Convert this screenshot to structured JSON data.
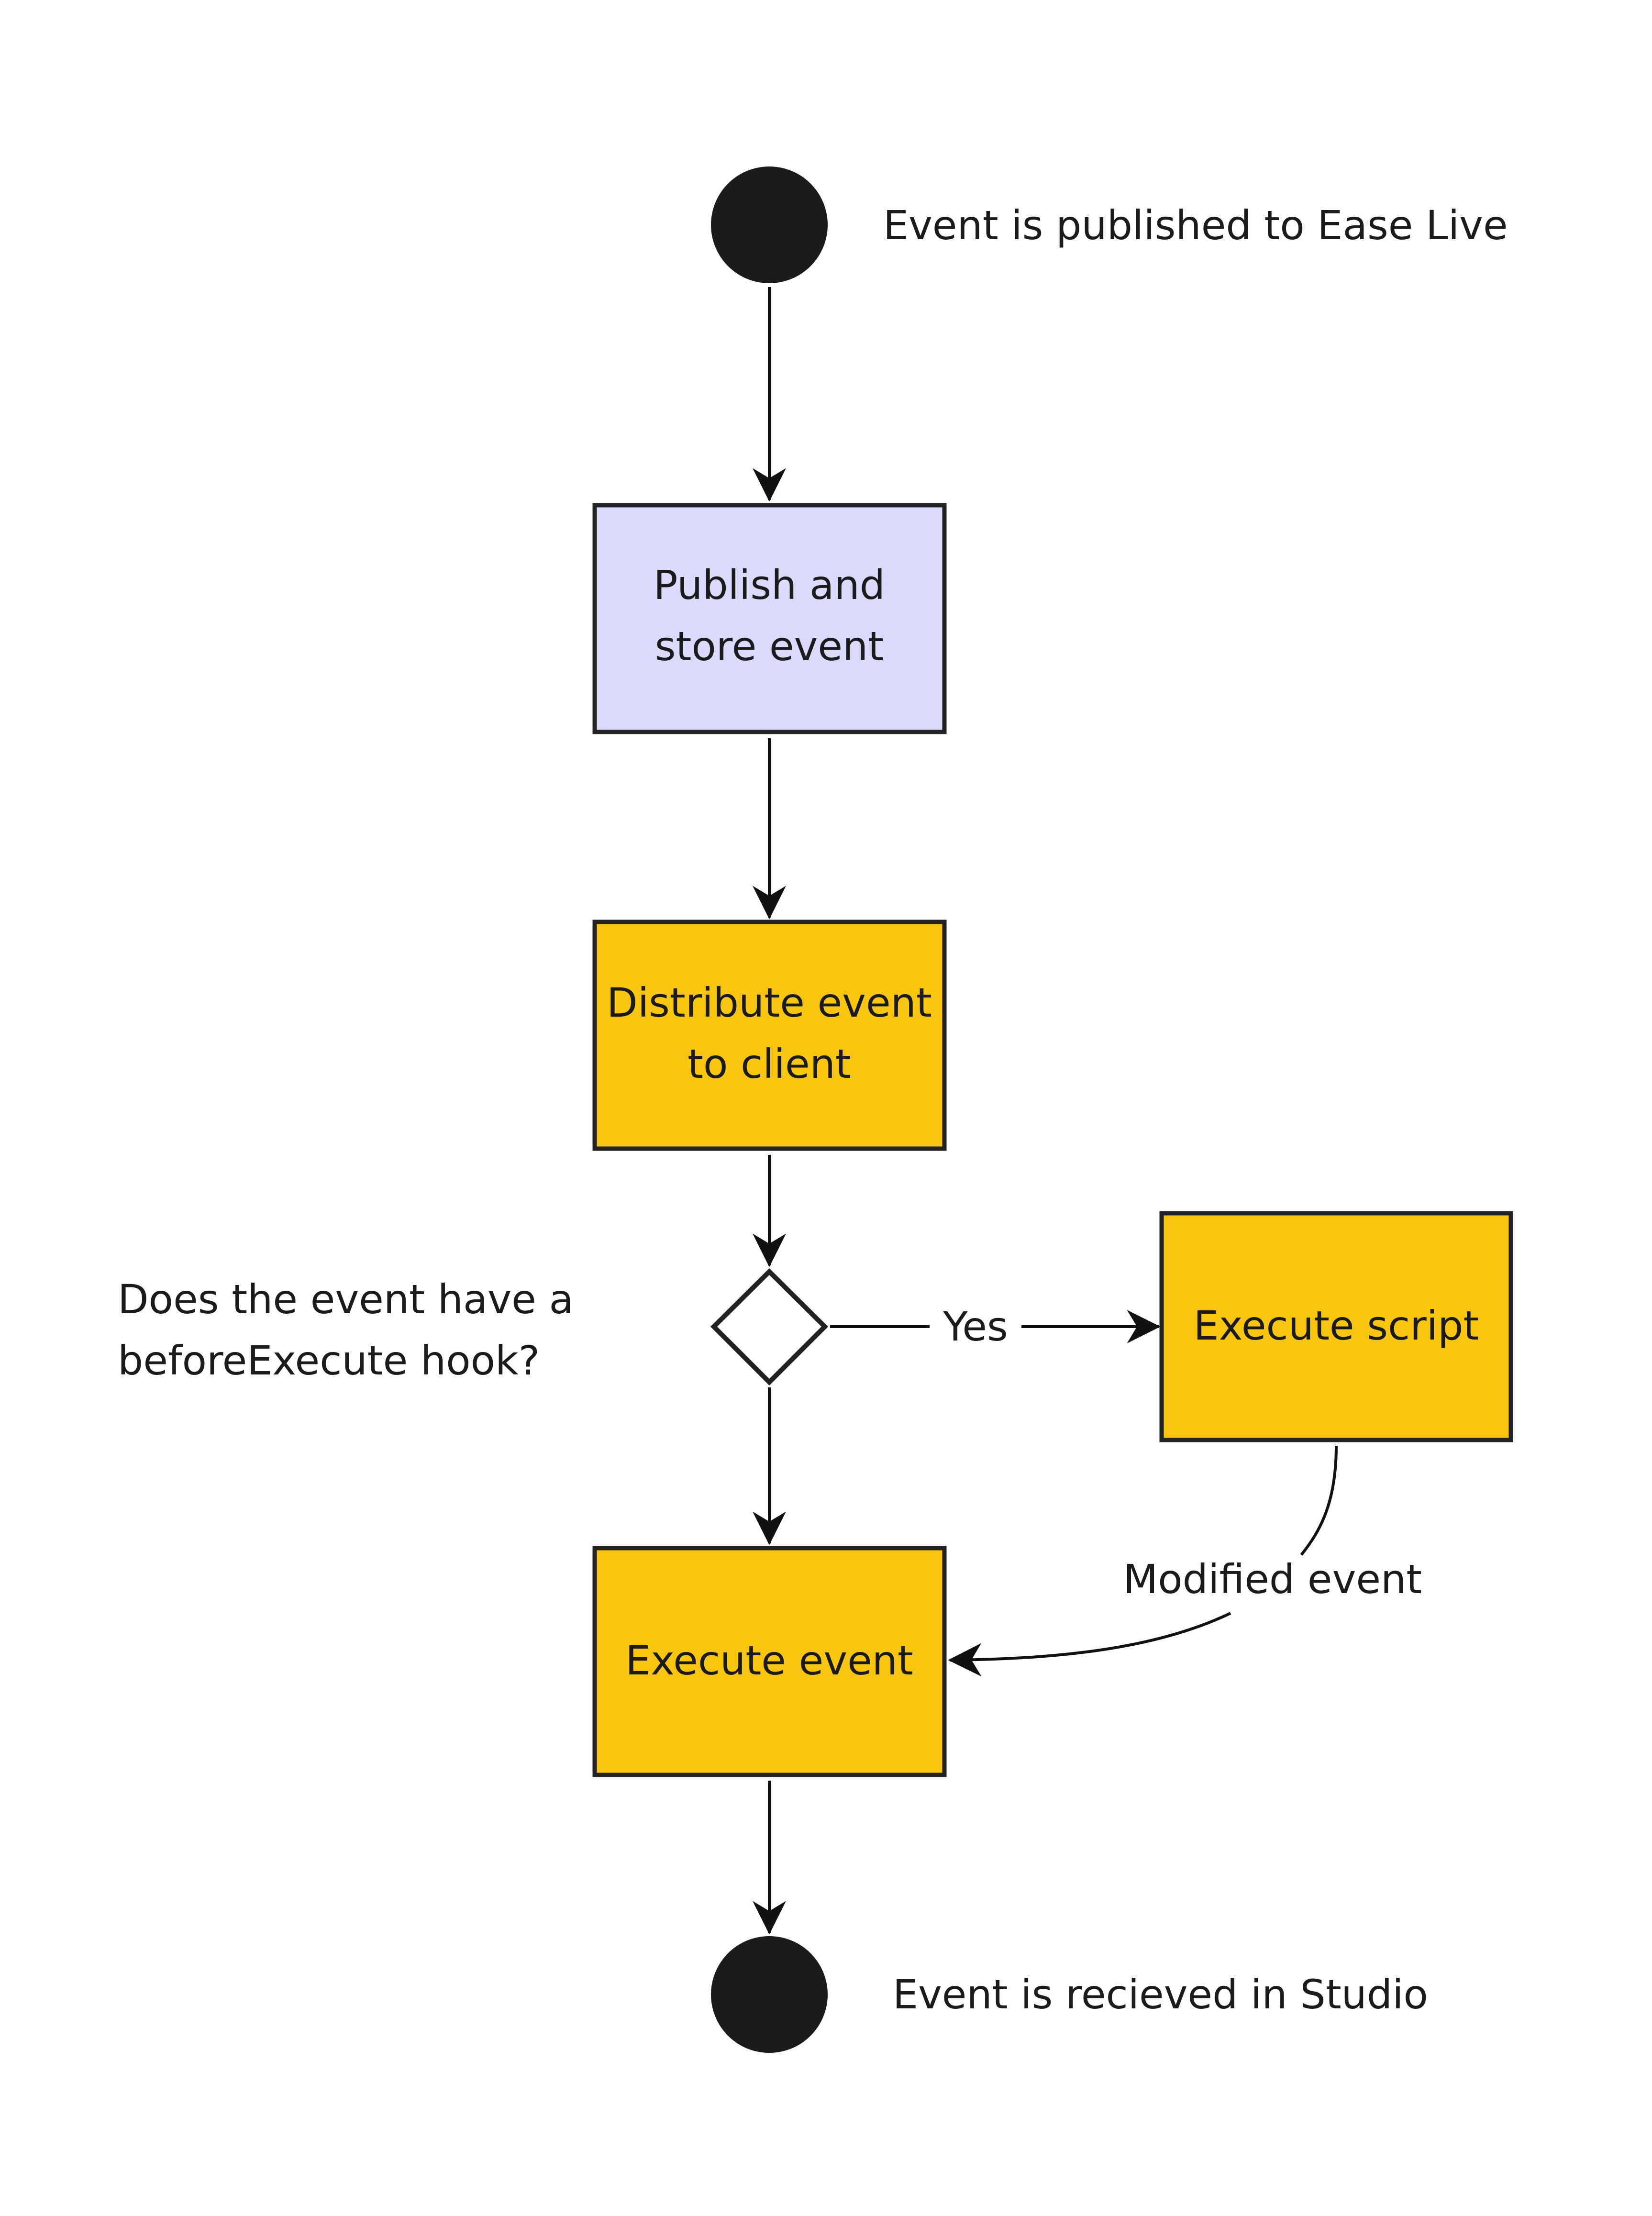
{
  "colors": {
    "process_fill": "#F8C611",
    "publish_fill": "#DADAFF",
    "terminal_fill": "#1B1B1B",
    "decision_fill": "#FFFFFF",
    "stroke": "#222222"
  },
  "nodes": {
    "start_label": "Event is published to Ease Live",
    "publish_line1": "Publish and",
    "publish_line2": "store event",
    "distribute_line1": "Distribute event",
    "distribute_line2": "to client",
    "decision_line1": "Does the event have a",
    "decision_line2": "beforeExecute hook?",
    "execute_script": "Execute script",
    "execute_event": "Execute event",
    "end_label": "Event is recieved in Studio"
  },
  "edges": {
    "yes_label": "Yes",
    "modified_label": "Modified event"
  }
}
